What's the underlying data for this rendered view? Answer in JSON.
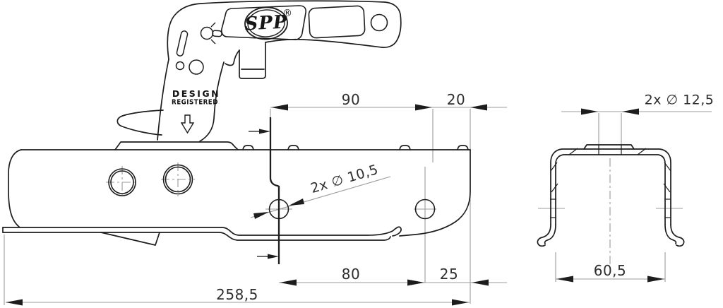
{
  "logo": {
    "text": "SPP",
    "registered": "®"
  },
  "marking": {
    "line1": "DESIGN",
    "line2": "REGISTERED"
  },
  "side_view": {
    "dim_top_left": "90",
    "dim_top_right": "20",
    "holes_label": "2x ∅ 10,5",
    "dim_bottom_left": "80",
    "dim_bottom_right": "25",
    "dim_overall_length": "258,5"
  },
  "section_view": {
    "holes_label": "2x ∅ 12,5",
    "dim_inner_width": "60,5"
  },
  "colors": {
    "outline": "#1d1d1d",
    "dimension_lines": "#9b9b9b",
    "text": "#2e2e2e",
    "background": "#ffffff"
  }
}
